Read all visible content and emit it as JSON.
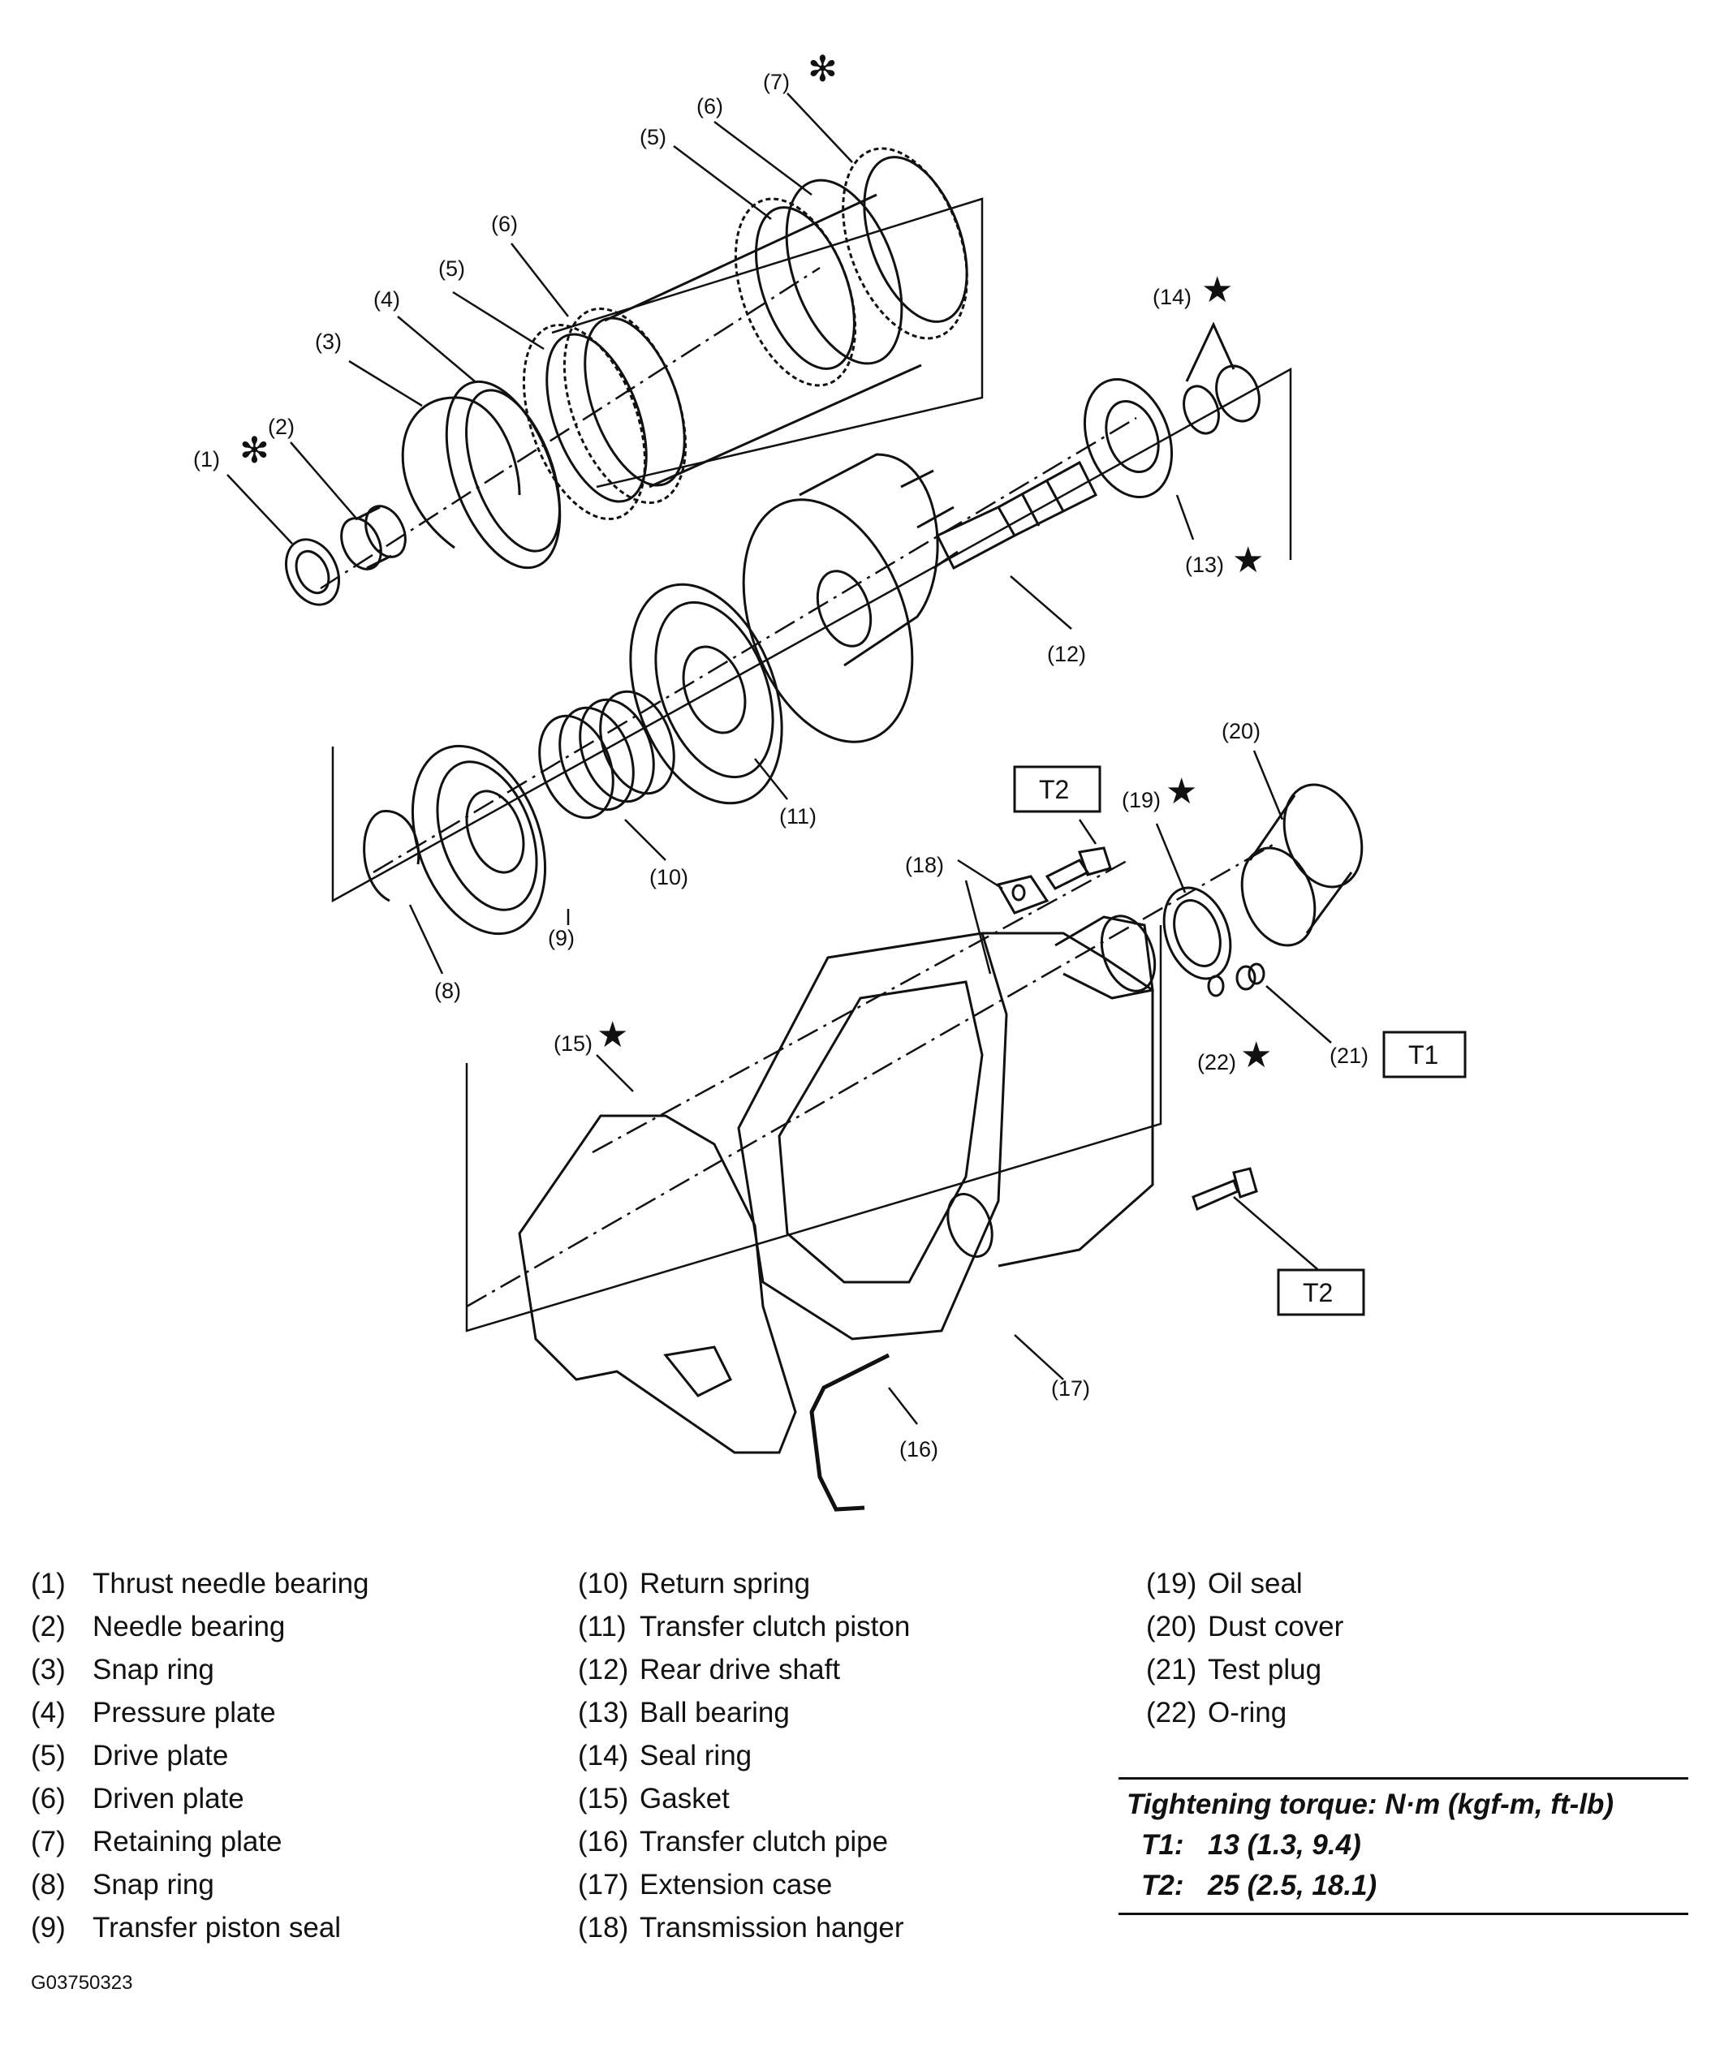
{
  "callouts": [
    {
      "label": "(1)",
      "mark": "✻"
    },
    {
      "label": "(2)"
    },
    {
      "label": "(3)"
    },
    {
      "label": "(4)"
    },
    {
      "label": "(5)"
    },
    {
      "label": "(6)"
    },
    {
      "label": "(5)"
    },
    {
      "label": "(6)"
    },
    {
      "label": "(7)",
      "mark": "✻"
    },
    {
      "label": "(8)"
    },
    {
      "label": "(9)"
    },
    {
      "label": "(10)"
    },
    {
      "label": "(11)"
    },
    {
      "label": "(12)"
    },
    {
      "label": "(13)",
      "mark": "★"
    },
    {
      "label": "(14)",
      "mark": "★"
    },
    {
      "label": "(15)",
      "mark": "★"
    },
    {
      "label": "(16)"
    },
    {
      "label": "(17)"
    },
    {
      "label": "(18)"
    },
    {
      "label": "(19)",
      "mark": "★"
    },
    {
      "label": "(20)"
    },
    {
      "label": "(21)"
    },
    {
      "label": "(22)",
      "mark": "★"
    }
  ],
  "torque_boxes": [
    "T2",
    "T1",
    "T2"
  ],
  "legend": [
    [
      {
        "num": "(1)",
        "name": "Thrust needle bearing"
      },
      {
        "num": "(2)",
        "name": "Needle bearing"
      },
      {
        "num": "(3)",
        "name": "Snap ring"
      },
      {
        "num": "(4)",
        "name": "Pressure plate"
      },
      {
        "num": "(5)",
        "name": "Drive plate"
      },
      {
        "num": "(6)",
        "name": "Driven plate"
      },
      {
        "num": "(7)",
        "name": "Retaining plate"
      },
      {
        "num": "(8)",
        "name": "Snap ring"
      },
      {
        "num": "(9)",
        "name": "Transfer piston seal"
      }
    ],
    [
      {
        "num": "(10)",
        "name": "Return spring"
      },
      {
        "num": "(11)",
        "name": "Transfer clutch piston"
      },
      {
        "num": "(12)",
        "name": "Rear drive shaft"
      },
      {
        "num": "(13)",
        "name": "Ball bearing"
      },
      {
        "num": "(14)",
        "name": "Seal ring"
      },
      {
        "num": "(15)",
        "name": "Gasket"
      },
      {
        "num": "(16)",
        "name": "Transfer clutch pipe"
      },
      {
        "num": "(17)",
        "name": "Extension case"
      },
      {
        "num": "(18)",
        "name": "Transmission hanger"
      }
    ],
    [
      {
        "num": "(19)",
        "name": "Oil seal"
      },
      {
        "num": "(20)",
        "name": "Dust cover"
      },
      {
        "num": "(21)",
        "name": "Test plug"
      },
      {
        "num": "(22)",
        "name": "O-ring"
      }
    ]
  ],
  "torque": {
    "title": "Tightening torque: N·m (kgf-m, ft-lb)",
    "rows": [
      {
        "key": "T1:",
        "value": "13 (1.3, 9.4)"
      },
      {
        "key": "T2:",
        "value": "25 (2.5, 18.1)"
      }
    ]
  },
  "figure_id": "G03750323"
}
